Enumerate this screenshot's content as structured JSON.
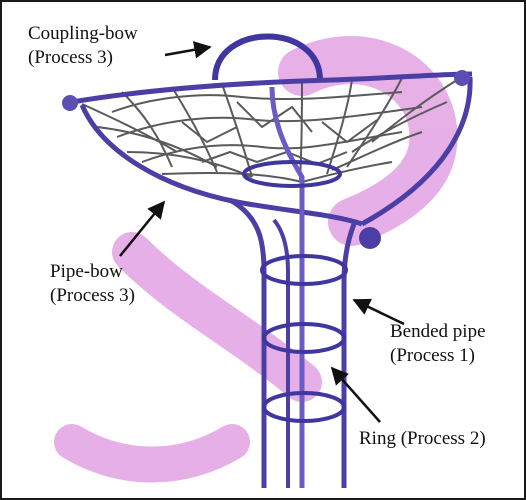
{
  "labels": {
    "coupling_bow": {
      "name": "Coupling-bow",
      "process": "(Process 3)"
    },
    "pipe_bow": {
      "name": "Pipe-bow",
      "process": "(Process 3)"
    },
    "bended_pipe": {
      "name": "Bended pipe",
      "process": "(Process 1)"
    },
    "ring": {
      "name": "Ring",
      "process": "(Process 2)"
    }
  },
  "colors": {
    "pipe": "#4b3fa6",
    "pipe_light": "#6a5cc4",
    "ring": "#3f36a0",
    "net": "#5a5a5a",
    "watermark": "#d98bd9",
    "arrow": "#111111"
  }
}
